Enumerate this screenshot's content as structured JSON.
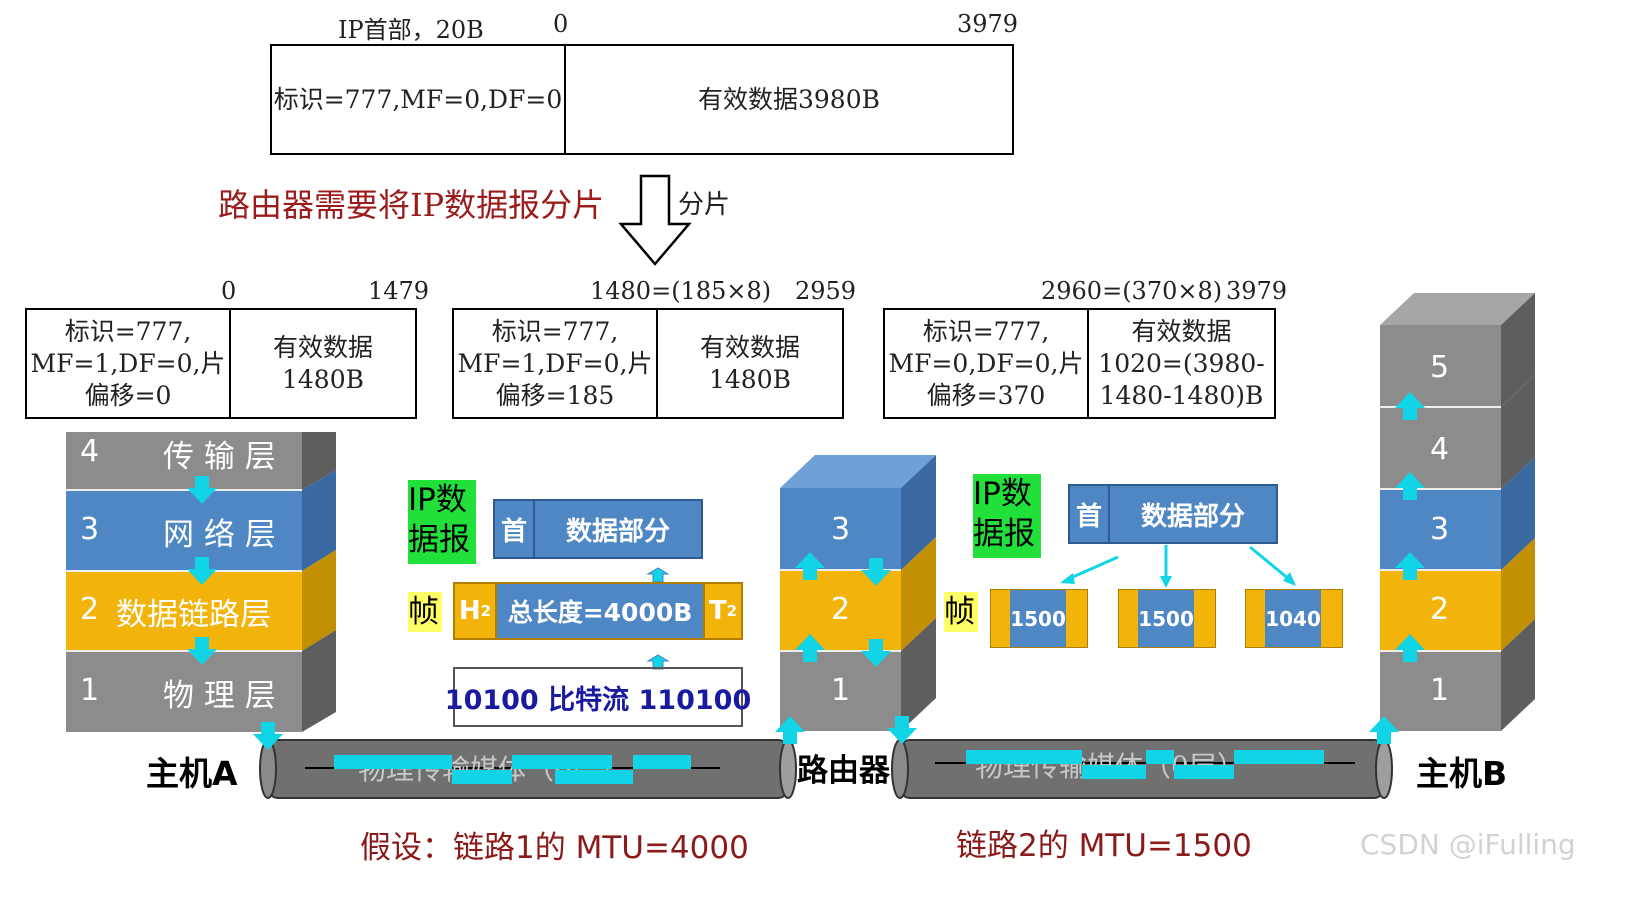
{
  "original": {
    "header_label": "IP首部，20B",
    "offset_start": "0",
    "offset_end": "3979",
    "header_text": "标识=777,MF=0,DF=0",
    "payload_text": "有效数据3980B"
  },
  "router_note": "路由器需要将IP数据报分片",
  "fragment_arrow_label": "分片",
  "fragments": [
    {
      "offset_start": "0",
      "offset_end": "1479",
      "header": "标识=777,\nMF=1,DF=0,片\n偏移=0",
      "payload": "有效数据\n1480B"
    },
    {
      "offset_start": "1480=(185×8)",
      "offset_end": "2959",
      "header": "标识=777,\nMF=1,DF=0,片\n偏移=185",
      "payload": "有效数据\n1480B"
    },
    {
      "offset_start": "2960=(370×8)",
      "offset_end": "3979",
      "header": "标识=777,\nMF=0,DF=0,片\n偏移=370",
      "payload": "有效数据\n1020=(3980-\n1480-1480)B"
    }
  ],
  "host_a": {
    "name": "主机A",
    "layers": [
      {
        "num": "4",
        "name": "传 输 层"
      },
      {
        "num": "3",
        "name": "网 络 层"
      },
      {
        "num": "2",
        "name": "数据链路层"
      },
      {
        "num": "1",
        "name": "物 理 层"
      }
    ]
  },
  "router": {
    "name": "路由器",
    "layers": [
      "3",
      "2",
      "1"
    ]
  },
  "host_b": {
    "name": "主机B",
    "layers": [
      "5",
      "4",
      "3",
      "2",
      "1"
    ]
  },
  "left_packet": {
    "ip_tag": "IP数\n据报",
    "frame_tag": "帧",
    "head": "首",
    "data": "数据部分",
    "h2": "H",
    "h2_sub": "2",
    "frame_body": "总长度=4000B",
    "t2": "T",
    "t2_sub": "2",
    "bitstream": "10100 比特流 110100"
  },
  "right_packet": {
    "ip_tag": "IP数\n据报",
    "frame_tag": "帧",
    "head": "首",
    "data": "数据部分",
    "frames": [
      "1500",
      "1500",
      "1040"
    ]
  },
  "media": {
    "left": "物理传输媒体（0层）",
    "right": "物理传输媒体（0层）"
  },
  "captions": {
    "link1": "假设：链路1的 MTU=4000",
    "link2": "链路2的 MTU=1500"
  },
  "watermark": "CSDN @iFulling",
  "colors": {
    "transport": "#8c8c8c",
    "network": "#4f87c5",
    "datalink": "#f2b30a",
    "physical": "#8c8c8c",
    "arrow": "#11d4e6",
    "caption": "#8b1a1a",
    "green_tag": "#22e03a",
    "yellow_tag": "#ffff66",
    "bitstream_text": "#1a1aa0"
  }
}
